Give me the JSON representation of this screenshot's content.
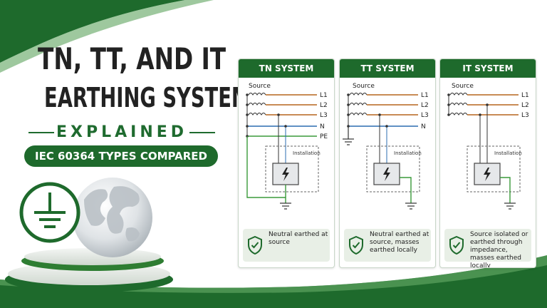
{
  "title_line1": "TN, TT, AND IT",
  "title_line2": "EARTHING SYSTEMS",
  "subtitle": "EXPLAINED",
  "badge": "IEC 60364 TYPES COMPARED",
  "colors": {
    "brand_green": "#1e6a2c",
    "L_wire": "#b5651d",
    "N_wire": "#2b6cb0",
    "PE_wire": "#3a9a3a",
    "note_bg": "#e8efe6"
  },
  "panels": [
    {
      "title": "TN SYSTEM",
      "source_label": "Source",
      "conductors": [
        "L1",
        "L2",
        "L3",
        "N",
        "PE"
      ],
      "installation_label": "Installation",
      "note": "Neutral earthed at source",
      "icons": [
        "coil-icon",
        "lightning-icon",
        "earth-symbol-icon",
        "shield-check-icon"
      ]
    },
    {
      "title": "TT SYSTEM",
      "source_label": "Source",
      "conductors": [
        "L1",
        "L2",
        "L3",
        "N"
      ],
      "installation_label": "Installation",
      "note": "Neutral earthed at source, masses earthed locally",
      "icons": [
        "coil-icon",
        "lightning-icon",
        "earth-symbol-icon",
        "shield-check-icon"
      ]
    },
    {
      "title": "IT SYSTEM",
      "source_label": "Source",
      "conductors": [
        "L1",
        "L2",
        "L3"
      ],
      "installation_label": "Installation",
      "note": "Source isolated or earthed through impedance, masses earthed locally",
      "icons": [
        "coil-icon",
        "lightning-icon",
        "earth-symbol-icon",
        "shield-check-icon"
      ]
    }
  ]
}
